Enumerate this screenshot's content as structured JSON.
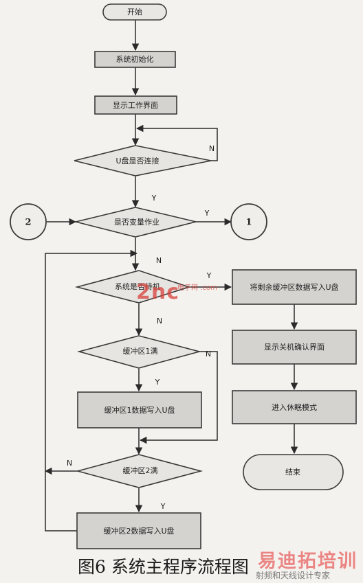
{
  "diagram": {
    "nodes": [
      {
        "id": "start",
        "shape": "terminal",
        "label": "开始"
      },
      {
        "id": "init",
        "shape": "process",
        "label": "系统初始化"
      },
      {
        "id": "show_ui",
        "shape": "process",
        "label": "显示工作界面"
      },
      {
        "id": "usb_check",
        "shape": "decision",
        "label": "U盘是否连接"
      },
      {
        "id": "var_check",
        "shape": "decision",
        "label": "是否变量作业"
      },
      {
        "id": "conn2",
        "shape": "connector",
        "label": "2"
      },
      {
        "id": "conn1",
        "shape": "connector",
        "label": "1"
      },
      {
        "id": "sys_check",
        "shape": "decision",
        "label": "系统是否待机"
      },
      {
        "id": "buf1_full",
        "shape": "decision",
        "label": "缓冲区1满"
      },
      {
        "id": "write1",
        "shape": "process",
        "label": "缓冲区1数据写入U盘"
      },
      {
        "id": "buf2_full",
        "shape": "decision",
        "label": "缓冲区2满"
      },
      {
        "id": "write2",
        "shape": "process",
        "label": "缓冲区2数据写入U盘"
      },
      {
        "id": "write_rest",
        "shape": "process",
        "label": "将剩余缓冲区数据写入U盘"
      },
      {
        "id": "show_off",
        "shape": "process",
        "label": "显示关机确认界面"
      },
      {
        "id": "sleep",
        "shape": "process",
        "label": "进入休眠模式"
      },
      {
        "id": "end",
        "shape": "terminal",
        "label": "结束"
      }
    ],
    "edges": [
      {
        "from": "start",
        "to": "init",
        "label": ""
      },
      {
        "from": "init",
        "to": "show_ui",
        "label": ""
      },
      {
        "from": "show_ui",
        "to": "usb_check",
        "label": ""
      },
      {
        "from": "usb_check",
        "to": "usb_check",
        "label": "N"
      },
      {
        "from": "usb_check",
        "to": "var_check",
        "label": "Y"
      },
      {
        "from": "conn2",
        "to": "var_check",
        "label": ""
      },
      {
        "from": "var_check",
        "to": "conn1",
        "label": "Y"
      },
      {
        "from": "var_check",
        "to": "sys_check",
        "label": "N"
      },
      {
        "from": "sys_check",
        "to": "write_rest",
        "label": "Y"
      },
      {
        "from": "sys_check",
        "to": "buf1_full",
        "label": "N"
      },
      {
        "from": "buf1_full",
        "to": "write1",
        "label": "Y"
      },
      {
        "from": "buf1_full",
        "to": "buf2_full",
        "label": "N"
      },
      {
        "from": "write1",
        "to": "buf2_full",
        "label": ""
      },
      {
        "from": "buf2_full",
        "to": "write2",
        "label": "Y"
      },
      {
        "from": "buf2_full",
        "to": "sys_check",
        "label": "N"
      },
      {
        "from": "write2",
        "to": "sys_check",
        "label": ""
      },
      {
        "from": "write_rest",
        "to": "show_off",
        "label": ""
      },
      {
        "from": "show_off",
        "to": "sleep",
        "label": ""
      },
      {
        "from": "sleep",
        "to": "end",
        "label": ""
      }
    ]
  },
  "caption": "图6  系统主程序流程图",
  "watermarks": {
    "top_logo": "2nc",
    "top_sub": "电子网 .com",
    "bottom_logo": "易迪拓培训",
    "bottom_sub": "射频和天线设计专家"
  }
}
